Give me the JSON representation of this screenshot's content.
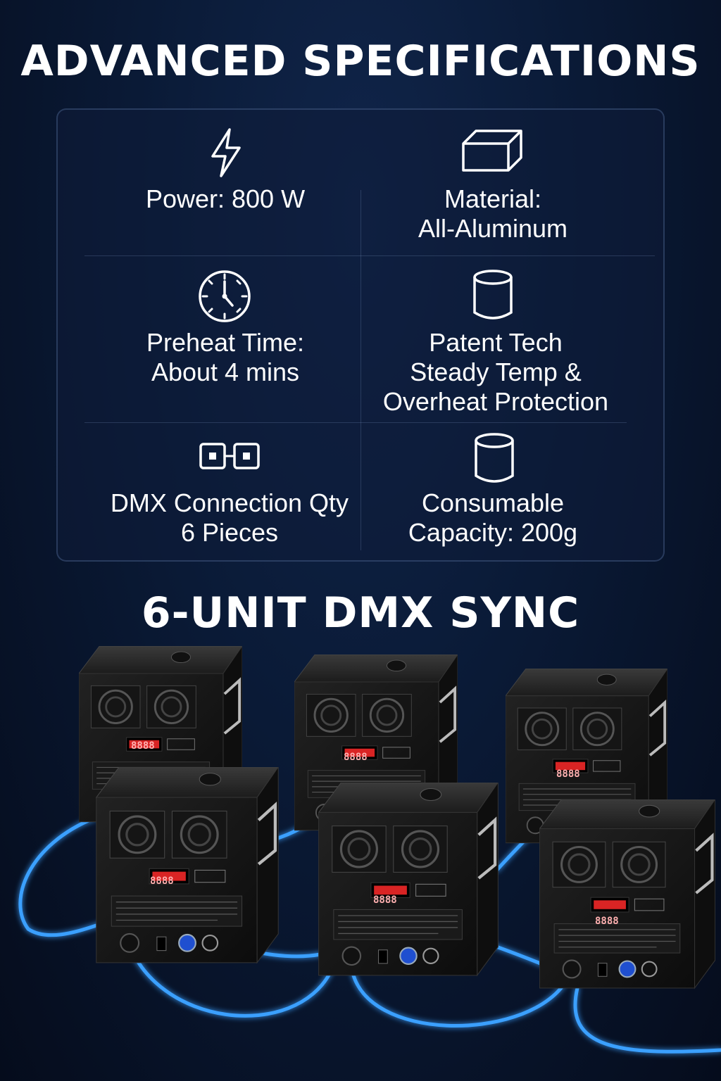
{
  "heading": "ADVANCED SPECIFICATIONS",
  "specs": {
    "power": {
      "icon": "lightning-bolt-icon",
      "line1": "Power: 800 W"
    },
    "material": {
      "icon": "aluminum-block-icon",
      "line1": "Material:",
      "line2": "All-Aluminum"
    },
    "preheat": {
      "icon": "clock-icon",
      "line1": "Preheat Time:",
      "line2": "About 4 mins"
    },
    "patent": {
      "icon": "cylinder-icon",
      "line1": "Patent Tech",
      "line2": "Steady Temp &",
      "line3": "Overheat Protection"
    },
    "dmx": {
      "icon": "dmx-connector-icon",
      "line1": "DMX Connection Qty",
      "line2": "6 Pieces"
    },
    "capacity": {
      "icon": "container-icon",
      "line1": "Consumable",
      "line2": "Capacity: 200g"
    }
  },
  "sync_heading": "6-UNIT DMX SYNC",
  "unit_display": "8888",
  "colors": {
    "background": "#0a1a36",
    "cable_glow": "#3aa0ff",
    "display_red": "#ff2a2a",
    "unit_body": "#151515"
  }
}
